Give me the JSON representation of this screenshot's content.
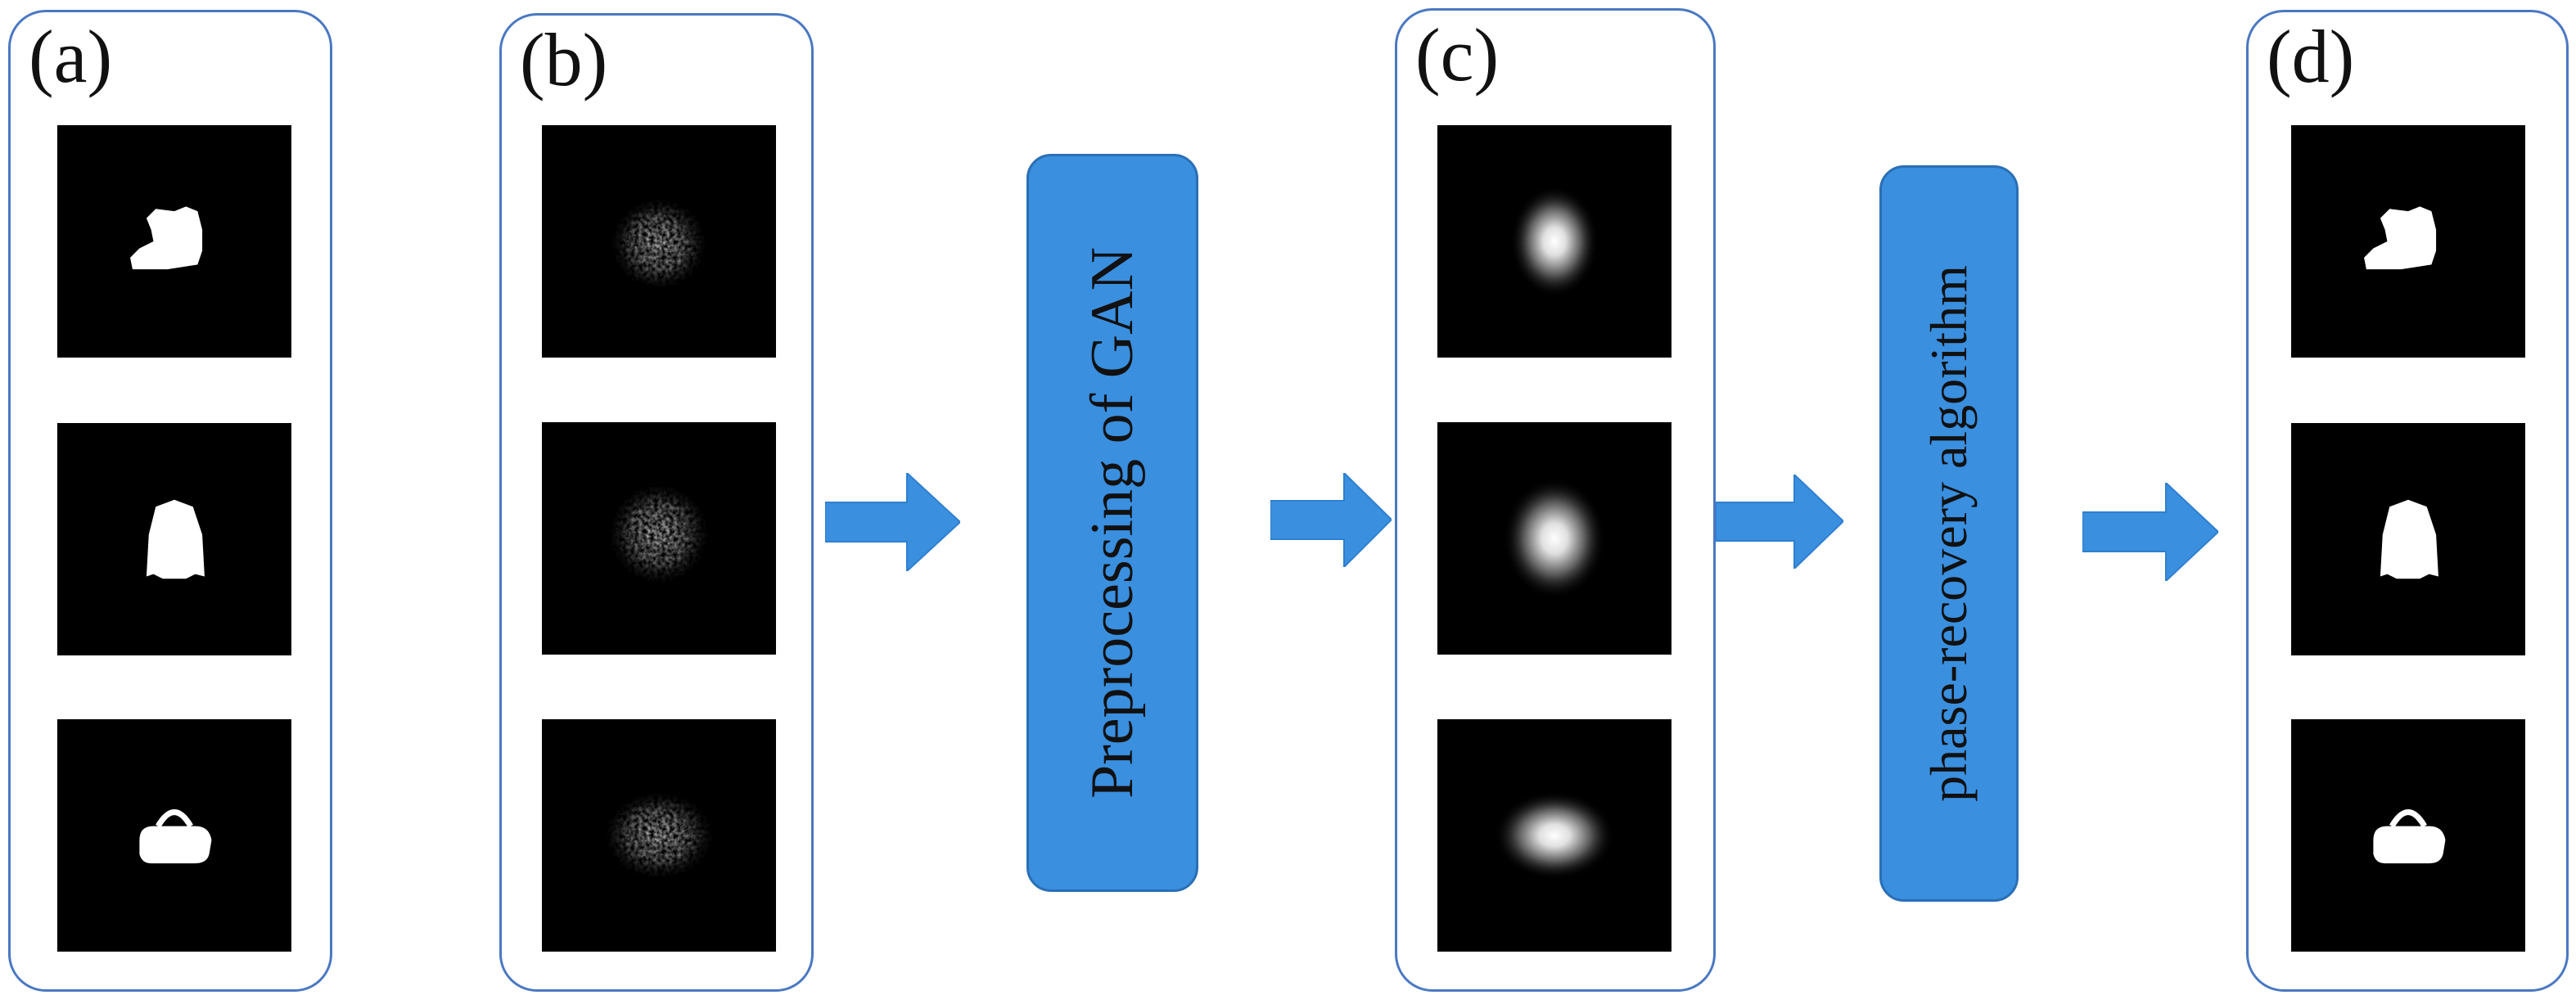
{
  "panels": {
    "a": {
      "label": "(a)",
      "tiles": [
        "boot-silhouette",
        "coat-silhouette",
        "handbag-silhouette"
      ]
    },
    "b": {
      "label": "(b)",
      "tiles": [
        "speckle-pattern",
        "speckle-pattern",
        "speckle-pattern"
      ]
    },
    "c": {
      "label": "(c)",
      "tiles": [
        "gaussian-blob",
        "gaussian-blob",
        "gaussian-blob"
      ]
    },
    "d": {
      "label": "(d)",
      "tiles": [
        "boot-silhouette",
        "coat-silhouette",
        "handbag-silhouette"
      ]
    }
  },
  "steps": {
    "gan": {
      "label": "Preprocessing of GAN"
    },
    "phase_recovery": {
      "label": "phase-recovery algorithm"
    }
  },
  "colors": {
    "panel_border": "#4a78c2",
    "step_fill": "#3a8fdf",
    "arrow_fill": "#3a8fdf",
    "tile_background": "#000000"
  }
}
